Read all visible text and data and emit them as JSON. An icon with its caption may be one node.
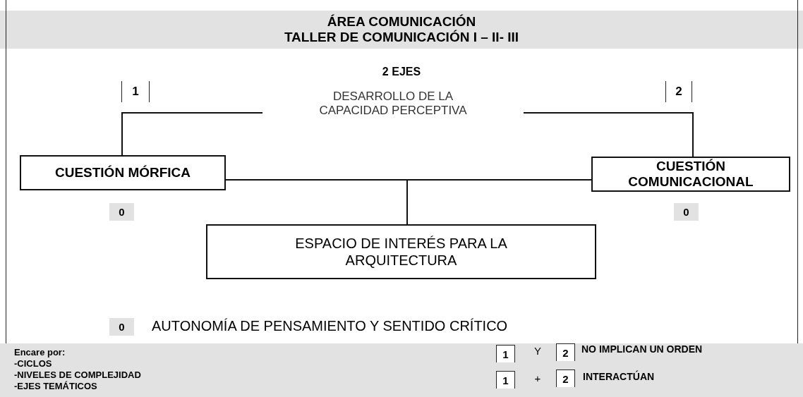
{
  "diagram": {
    "title": "ÁREA COMUNICACIÓN",
    "nodes": [
      {
        "text": [
          "DESARROLLO DE LA CAPACIDAD PERCEPTIVA"
        ]
      },
      {
        "text": [
          "CUESTIÓN MÓRFICA"
        ]
      },
      {
        "text": [
          "CUESTIÓN COMUNICACIONAL"
        ]
      },
      {
        "text": [
          "ESPACIO DE INTERÉS PARA LA ARQUITECTURA"
        ]
      }
    ],
    "edges": [
      {
        "from": 0,
        "to": 1,
        "arrow": "none"
      },
      {
        "from": 0,
        "to": 2,
        "arrow": "none"
      },
      {
        "from": 1,
        "to": 2,
        "arrow": "none"
      },
      {
        "from": 1,
        "to": 3,
        "arrow": "none"
      },
      {
        "from": 2,
        "to": 3,
        "arrow": "none"
      }
    ],
    "labels": [
      "TALLER DE COMUNICACIÓN I – II- III",
      "2 EJES",
      "1",
      "2",
      "0",
      "0",
      "0",
      "AUTONOMÍA DE PENSAMIENTO Y SENTIDO CRÍTICO",
      "Encare por:",
      "-CICLOS",
      "-NIVELES DE COMPLEJIDAD",
      "-EJES TEMÁTICOS",
      "1",
      "Y",
      "2",
      "NO IMPLICAN UN ORDEN",
      "1",
      "+",
      "2",
      "INTERACTÚAN"
    ]
  }
}
